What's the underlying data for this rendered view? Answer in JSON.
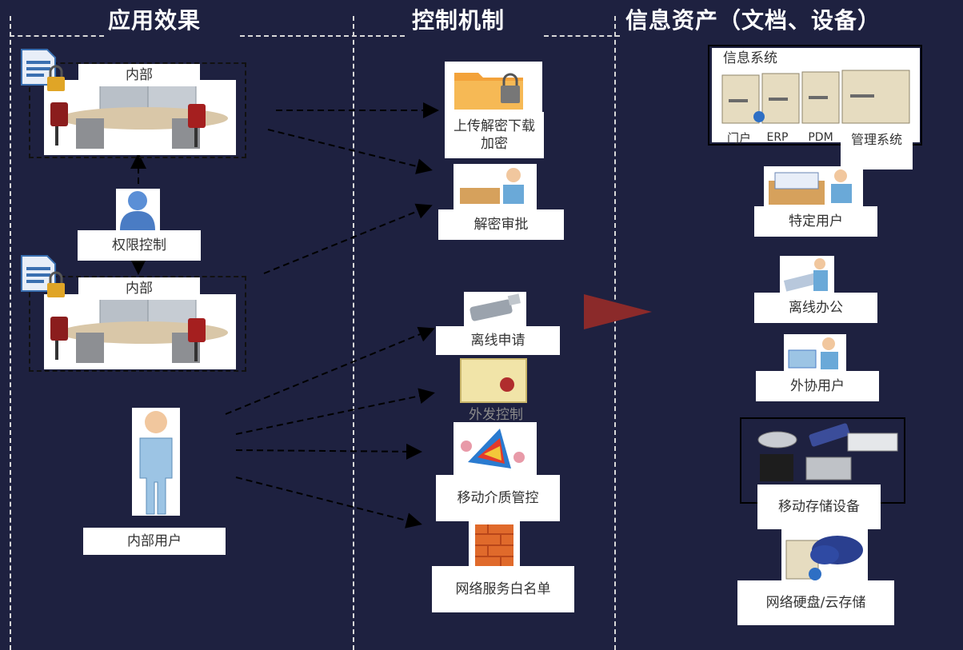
{
  "columns": {
    "left": "应用效果",
    "middle": "控制机制",
    "right": "信息资产（文档、设备）"
  },
  "left": {
    "office_top_label": "内部",
    "permission_label": "权限控制",
    "office_bottom_label": "内部",
    "internal_user_label": "内部用户"
  },
  "middle": {
    "upload_label": "上传解密下载加密",
    "decrypt_approval_label": "解密审批",
    "offline_request_label": "离线申请",
    "outbound_control_label": "外发控制",
    "removable_media_label": "移动介质管控",
    "network_whitelist_label": "网络服务白名单"
  },
  "right": {
    "info_system_title": "信息系统",
    "systems": [
      "门户",
      "ERP",
      "PDM",
      "管理系统"
    ],
    "specific_user_label": "特定用户",
    "offline_office_label": "离线办公",
    "partner_user_label": "外协用户",
    "removable_storage_label": "移动存储设备",
    "cloud_storage_label": "网络硬盘/云存储"
  },
  "icons": [
    "document-lock-icon",
    "office-desk-icon",
    "user-icon",
    "folder-lock-icon",
    "approval-icon",
    "usb-drive-icon",
    "certificate-icon",
    "media-control-icon",
    "firewall-icon",
    "server-icon",
    "arrow-icon",
    "cloud-icon",
    "storage-devices-icon"
  ],
  "colors": {
    "background": "#1e2140",
    "arrow": "#8b2a2a",
    "dashed": "#d8d8d8"
  }
}
